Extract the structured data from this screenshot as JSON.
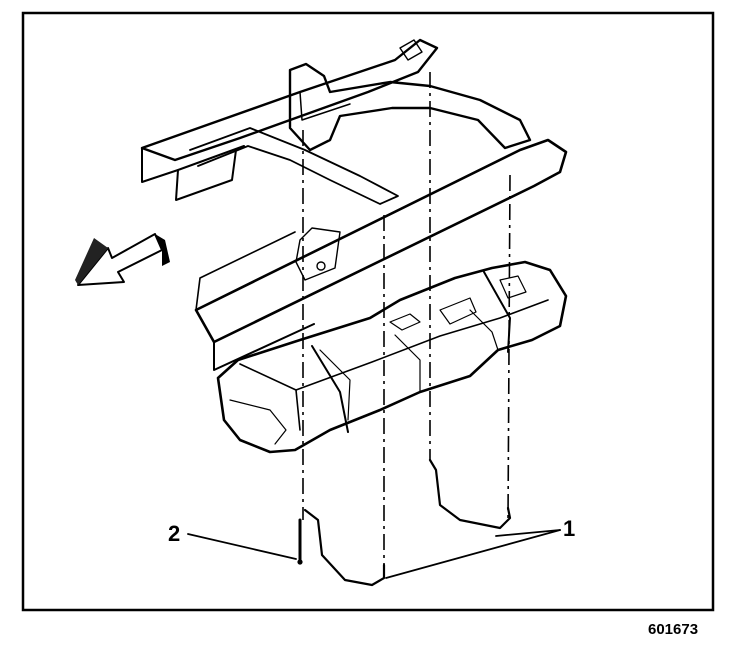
{
  "figure": {
    "figure_id": "601673",
    "callouts": [
      {
        "id": "callout-1",
        "label": "1"
      },
      {
        "id": "callout-2",
        "label": "2"
      }
    ],
    "parts": [
      "frame-rails",
      "crossmember",
      "fuel-tank",
      "fuel-tank-straps",
      "strap-bolt",
      "front-direction-arrow"
    ]
  }
}
